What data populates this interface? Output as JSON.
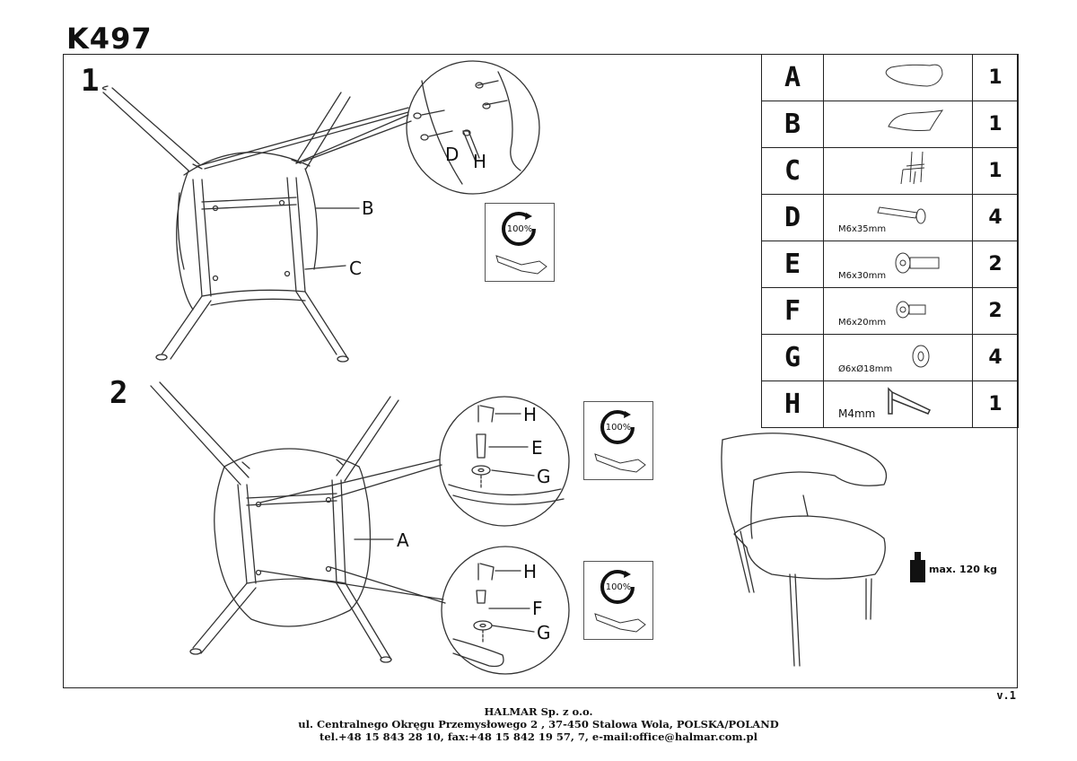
{
  "model": "K497",
  "steps": [
    "1",
    "2"
  ],
  "parts": [
    {
      "letter": "A",
      "spec": "",
      "qty": "1",
      "icon": "seat-cushion-icon"
    },
    {
      "letter": "B",
      "spec": "",
      "qty": "1",
      "icon": "backrest-icon"
    },
    {
      "letter": "C",
      "spec": "",
      "qty": "1",
      "icon": "frame-icon"
    },
    {
      "letter": "D",
      "spec": "M6x35mm",
      "qty": "4",
      "icon": "bolt-long-icon"
    },
    {
      "letter": "E",
      "spec": "M6x30mm",
      "qty": "2",
      "icon": "bolt-medium-icon"
    },
    {
      "letter": "F",
      "spec": "M6x20mm",
      "qty": "2",
      "icon": "bolt-short-icon"
    },
    {
      "letter": "G",
      "spec": "Ø6xØ18mm",
      "qty": "4",
      "icon": "washer-icon"
    },
    {
      "letter": "H",
      "spec": "M4mm",
      "qty": "1",
      "icon": "allen-key-icon"
    }
  ],
  "callouts": {
    "step1_B": "B",
    "step1_C": "C",
    "step1_D": "D",
    "step1_H": "H",
    "step2_A": "A",
    "step2_H1": "H",
    "step2_E": "E",
    "step2_G1": "G",
    "step2_H2": "H",
    "step2_F": "F",
    "step2_G2": "G"
  },
  "torque_label": "100%",
  "max_load": "max. 120 kg",
  "version": "v.1",
  "footer": {
    "company": "HALMAR Sp. z o.o.",
    "address": "ul. Centralnego Okręgu Przemysłowego 2 , 37-450 Stalowa Wola, POLSKA/POLAND",
    "contact": "tel.+48 15 843 28 10, fax:+48 15 842 19 57, 7, e-mail:office@halmar.com.pl"
  }
}
